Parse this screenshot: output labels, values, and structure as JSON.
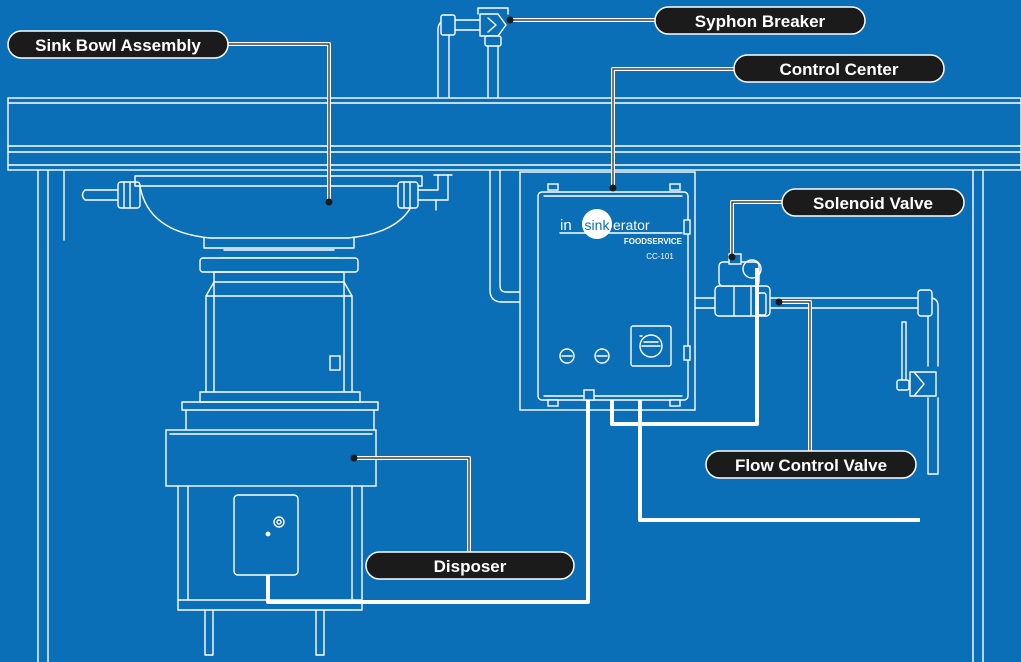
{
  "colors": {
    "background": "#0a6fb6",
    "linework": "#ffffff",
    "callout": "#1b1b1b"
  },
  "callouts": {
    "syphon_breaker": "Syphon Breaker",
    "sink_bowl": "Sink Bowl Assembly",
    "control_center": "Control Center",
    "solenoid_valve": "Solenoid Valve",
    "flow_control_valve": "Flow Control Valve",
    "disposer": "Disposer"
  },
  "control_box": {
    "brand_in": "in",
    "brand_sink": "sink",
    "brand_erator": "erator",
    "division": "FOODSERVICE",
    "model": "CC-101"
  }
}
